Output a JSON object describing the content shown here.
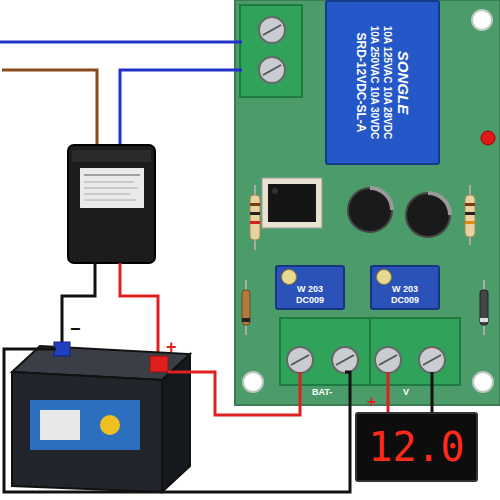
{
  "diagram": {
    "nodes": [
      {
        "text": [
          "BAT-",
          "V"
        ]
      },
      {
        "text": [
          "SRD-12VDC-SL-A",
          "10A 250VAC 10A 30VDC",
          "10A 125VAC 10A 28VDC",
          "SONGLE"
        ],
        "in": 0
      },
      {
        "text": [
          "W 203",
          "DC009"
        ],
        "in": 0
      },
      {
        "text": [
          "W 203",
          "DC009"
        ],
        "in": 0
      },
      {
        "text": [
          "12.0"
        ]
      }
    ],
    "edges": [
      {
        "from": 0,
        "to": 4,
        "arrow": "none"
      },
      {
        "from": 0,
        "to": 4,
        "arrow": "none"
      }
    ],
    "labels": [
      "−",
      "+",
      "+"
    ]
  }
}
